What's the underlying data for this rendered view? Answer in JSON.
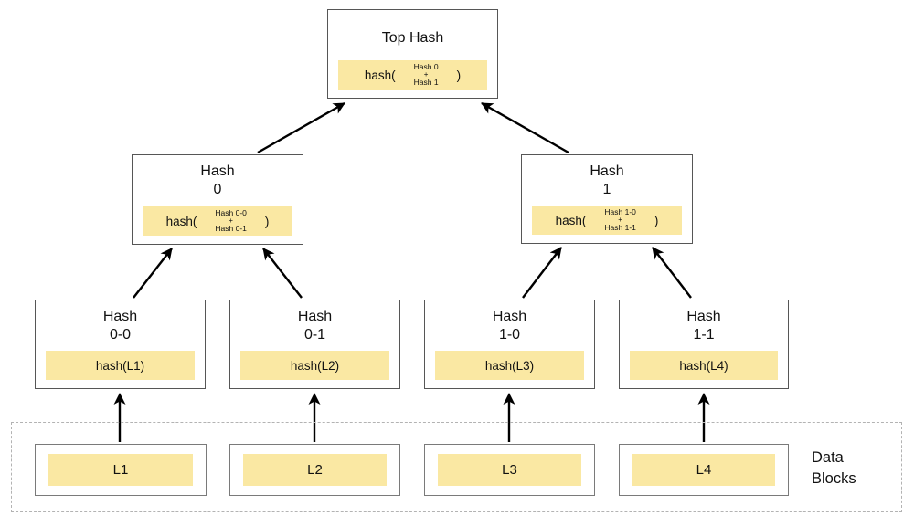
{
  "colors": {
    "highlight": "#fae8a3",
    "box_border": "#565656",
    "data_block_border": "#7a7a7a",
    "dashed_border": "#b3b3b3",
    "arrow": "#000000",
    "background": "#ffffff"
  },
  "nodes": {
    "top": {
      "title": "Top Hash",
      "fn": "hash(",
      "arg_top": "Hash 0",
      "plus": "+",
      "arg_bottom": "Hash 1",
      "close": ")"
    },
    "hash0": {
      "title": "Hash",
      "subtitle": "0",
      "fn": "hash(",
      "arg_top": "Hash 0-0",
      "plus": "+",
      "arg_bottom": "Hash 0-1",
      "close": ")"
    },
    "hash1": {
      "title": "Hash",
      "subtitle": "1",
      "fn": "hash(",
      "arg_top": "Hash 1-0",
      "plus": "+",
      "arg_bottom": "Hash 1-1",
      "close": ")"
    },
    "hash00": {
      "title": "Hash",
      "subtitle": "0-0",
      "formula": "hash(L1)"
    },
    "hash01": {
      "title": "Hash",
      "subtitle": "0-1",
      "formula": "hash(L2)"
    },
    "hash10": {
      "title": "Hash",
      "subtitle": "1-0",
      "formula": "hash(L3)"
    },
    "hash11": {
      "title": "Hash",
      "subtitle": "1-1",
      "formula": "hash(L4)"
    },
    "l1": {
      "label": "L1"
    },
    "l2": {
      "label": "L2"
    },
    "l3": {
      "label": "L3"
    },
    "l4": {
      "label": "L4"
    }
  },
  "data_blocks": {
    "label_line1": "Data",
    "label_line2": "Blocks"
  }
}
